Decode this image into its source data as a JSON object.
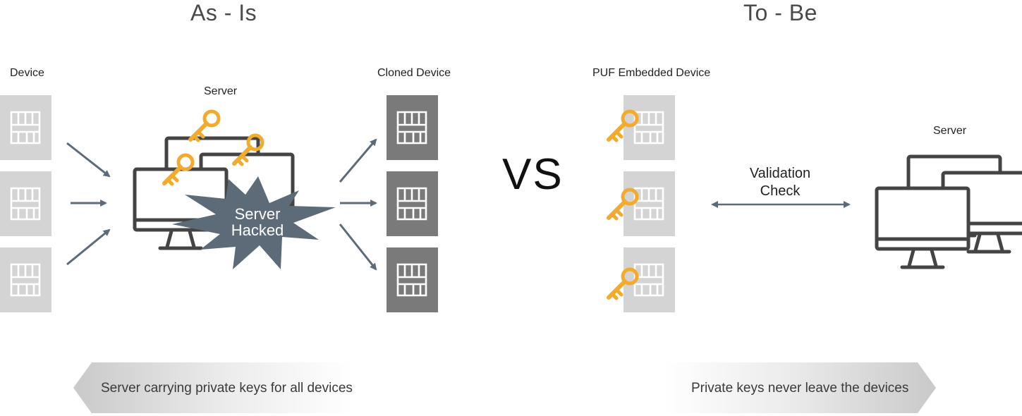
{
  "as_is": {
    "title": "As - Is",
    "device_label": "Device",
    "server_label": "Server",
    "cloned_label": "Cloned Device",
    "burst_line1": "Server",
    "burst_line2": "Hacked",
    "banner": "Server carrying private keys for all devices"
  },
  "vs": "VS",
  "to_be": {
    "title": "To - Be",
    "puf_label": "PUF Embedded Device",
    "server_label": "Server",
    "validation_line1": "Validation",
    "validation_line2": "Check",
    "banner": "Private keys never leave the devices"
  },
  "colors": {
    "device_light": "#d4d4d4",
    "device_dark": "#7a7a7a",
    "key": "#f2ab2e",
    "arrow": "#5d6b78",
    "burst": "#5d6b78",
    "monitor": "#444444"
  }
}
